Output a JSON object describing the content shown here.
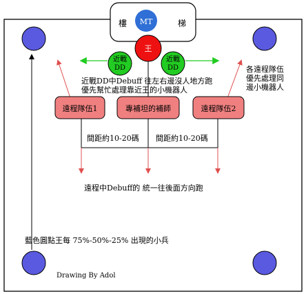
{
  "stairs": {
    "left_char": "樓",
    "right_char": "梯"
  },
  "mt": {
    "label": "MT",
    "color": "#2f6fd6"
  },
  "boss": {
    "label": "王",
    "color": "#ee1111"
  },
  "melee_dd": [
    {
      "label": "近戰DD",
      "color": "#22cc22"
    },
    {
      "label": "近戰DD",
      "color": "#22cc22"
    }
  ],
  "groups": [
    {
      "label": "遠程隊伍1",
      "color": "#f08080"
    },
    {
      "label": "專補坦的補師",
      "color": "#f08080"
    },
    {
      "label": "遠程隊伍2",
      "color": "#f08080"
    }
  ],
  "notes": {
    "melee_note_line1": "近戰DD中Debuff 往左右邊沒人地方跑",
    "melee_note_line2": "優先幫忙處理靠近王的小機器人",
    "ranged_note_line1": "各遠程隊伍",
    "ranged_note_line2": "優先處理同",
    "ranged_note_line3": "邊小機器人",
    "distance_left": "間距約10-20碼",
    "distance_right": "間距約10-20碼",
    "ranged_debuff": "遠程中Debuff的 統一往後面方向跑",
    "adds": "藍色圓點王每 75%-50%-25% 出現的小兵",
    "credit": "Drawing By Adol"
  },
  "colors": {
    "add_circle": "#5a5ae0",
    "arrow_red": "#e05050",
    "arrow_green": "#22cc22",
    "line": "#000000"
  }
}
